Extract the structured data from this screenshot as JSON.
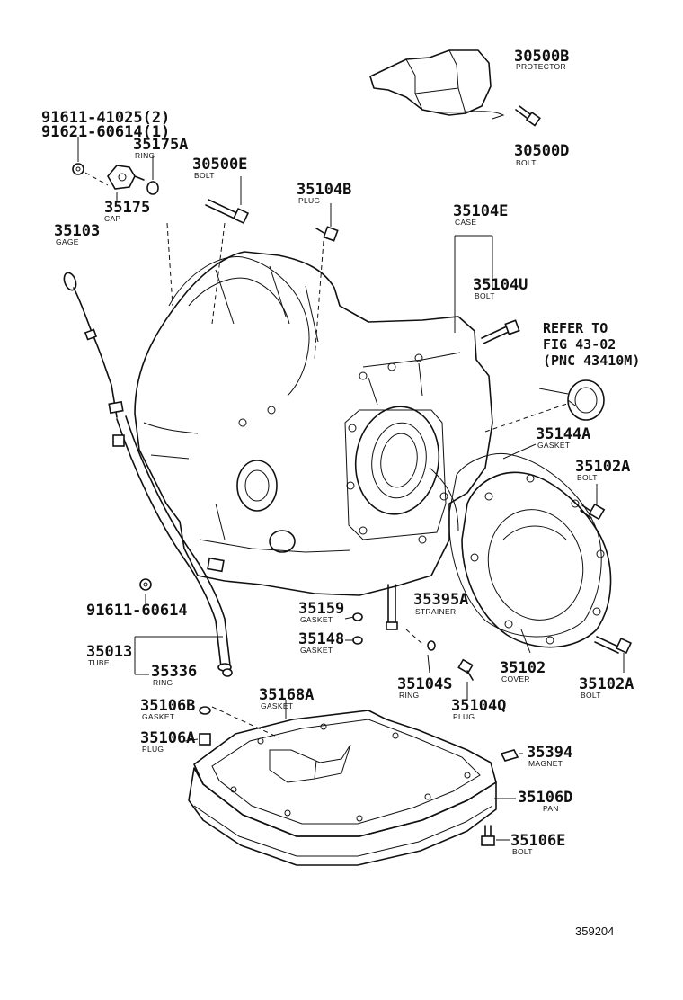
{
  "title": "",
  "figure_number": "359204",
  "refer_note": {
    "line1": "REFER TO",
    "line2": "FIG 43-02",
    "line3": "(PNC 43410M)"
  },
  "callouts": {
    "c30500B": {
      "pn": "30500B",
      "desc": "PROTECTOR"
    },
    "c30500D": {
      "pn": "30500D",
      "desc": "BOLT"
    },
    "c91611_41025": {
      "pn": "91611-41025(2)"
    },
    "c91621_60614": {
      "pn": "91621-60614(1)"
    },
    "c35175A": {
      "pn": "35175A",
      "desc": "RING"
    },
    "c35175": {
      "pn": "35175",
      "desc": "CAP"
    },
    "c30500E": {
      "pn": "30500E",
      "desc": "BOLT"
    },
    "c35104B": {
      "pn": "35104B",
      "desc": "PLUG"
    },
    "c35104E": {
      "pn": "35104E",
      "desc": "CASE"
    },
    "c35104U": {
      "pn": "35104U",
      "desc": "BOLT"
    },
    "c35103": {
      "pn": "35103",
      "desc": "GAGE"
    },
    "c35144A": {
      "pn": "35144A",
      "desc": "GASKET"
    },
    "c35102A_top": {
      "pn": "35102A",
      "desc": "BOLT"
    },
    "c91611_60614": {
      "pn": "91611-60614"
    },
    "c35395A": {
      "pn": "35395A",
      "desc": "STRAINER"
    },
    "c35159": {
      "pn": "35159",
      "desc": "GASKET"
    },
    "c35148": {
      "pn": "35148",
      "desc": "GASKET"
    },
    "c35013": {
      "pn": "35013",
      "desc": "TUBE"
    },
    "c35336": {
      "pn": "35336",
      "desc": "RING"
    },
    "c35104S": {
      "pn": "35104S",
      "desc": "RING"
    },
    "c35102": {
      "pn": "35102",
      "desc": "COVER"
    },
    "c35102A_bottom": {
      "pn": "35102A",
      "desc": "BOLT"
    },
    "c35104Q": {
      "pn": "35104Q",
      "desc": "PLUG"
    },
    "c35106B": {
      "pn": "35106B",
      "desc": "GASKET"
    },
    "c35168A": {
      "pn": "35168A",
      "desc": "GASKET"
    },
    "c35106A": {
      "pn": "35106A",
      "desc": "PLUG"
    },
    "c35394": {
      "pn": "35394",
      "desc": "MAGNET"
    },
    "c35106D": {
      "pn": "35106D",
      "desc": "PAN"
    },
    "c35106E": {
      "pn": "35106E",
      "desc": "BOLT"
    }
  }
}
